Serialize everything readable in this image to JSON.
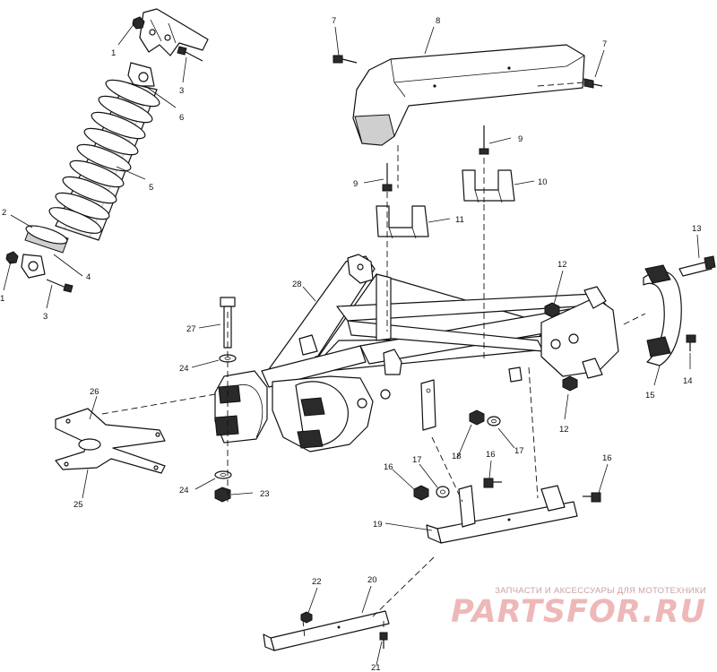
{
  "callouts": [
    "1",
    "3",
    "6",
    "5",
    "2",
    "4",
    "1",
    "3",
    "7",
    "8",
    "7",
    "9",
    "9",
    "10",
    "11",
    "13",
    "12",
    "15",
    "14",
    "12",
    "28",
    "27",
    "24",
    "26",
    "25",
    "24",
    "23",
    "16",
    "17",
    "18",
    "16",
    "17",
    "16",
    "19",
    "22",
    "20",
    "21"
  ],
  "watermark": {
    "caption": "ЗАПЧАСТИ И АКСЕССУАРЫ ДЛЯ МОТОТЕХНИКИ",
    "logo": "PARTSFOR.RU"
  },
  "colors": {
    "ink": "#111111",
    "watermark": "#eeb8b8",
    "watermark_caption": "#c9a3a3"
  }
}
